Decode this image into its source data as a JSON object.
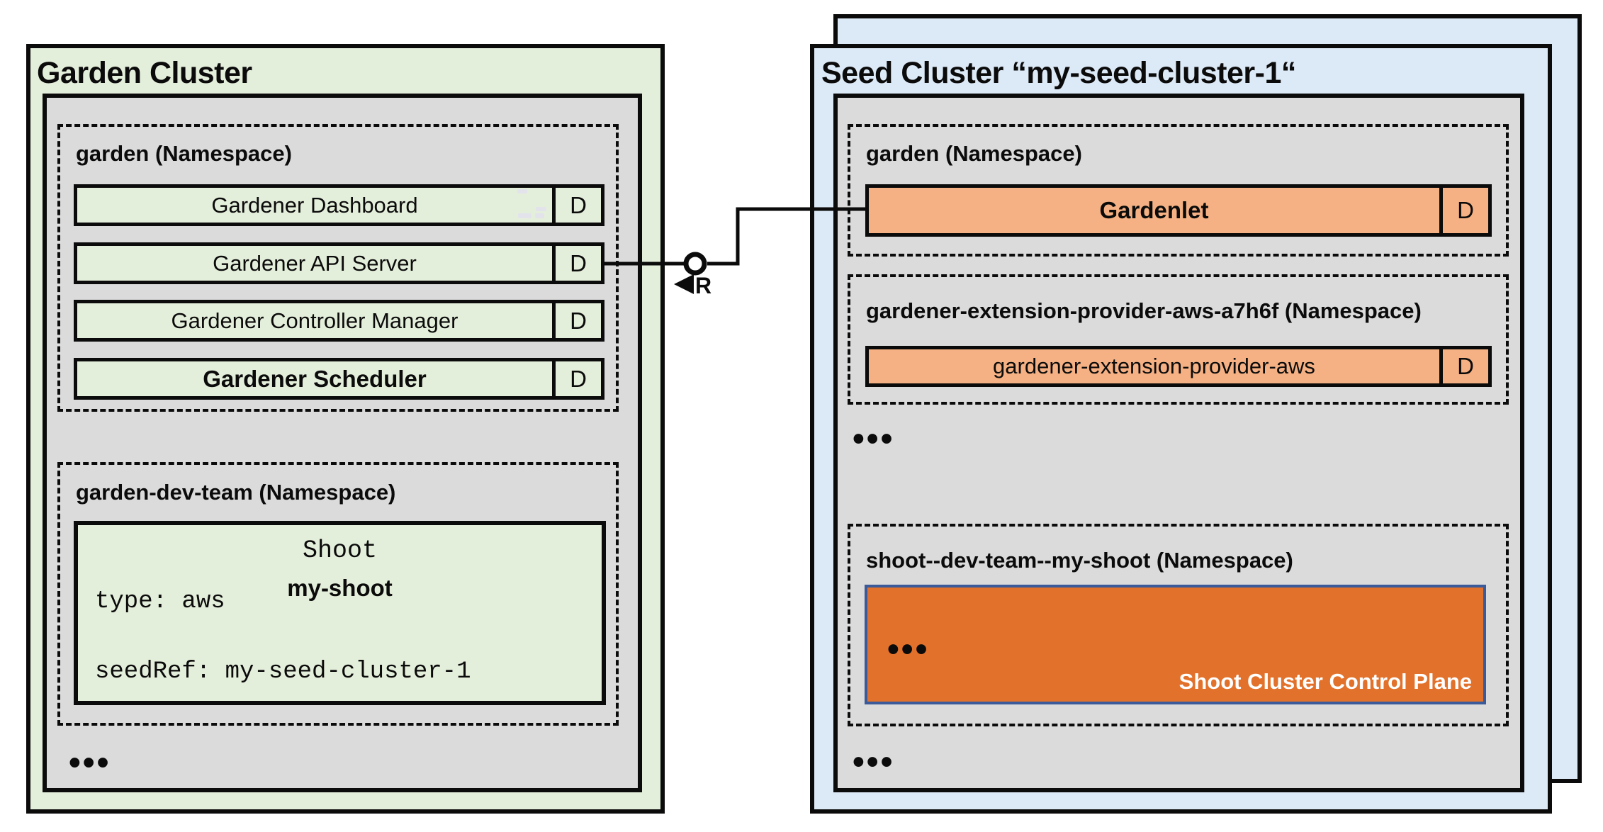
{
  "garden_cluster": {
    "title": "Garden Cluster",
    "garden_namespace": {
      "label": "garden (Namespace)",
      "components": [
        {
          "label": "Gardener Dashboard",
          "badge": "D"
        },
        {
          "label": "Gardener API Server",
          "badge": "D"
        },
        {
          "label": "Gardener Controller Manager",
          "badge": "D"
        },
        {
          "label": "Gardener Scheduler",
          "badge": "D"
        }
      ]
    },
    "dev_namespace": {
      "label": "garden-dev-team (Namespace)",
      "shoot": {
        "kind": "Shoot",
        "name": "my-shoot",
        "spec_lines": [
          "type: aws",
          "seedRef: my-seed-cluster-1"
        ]
      }
    },
    "ellipsis": "•••"
  },
  "seed_cluster": {
    "title": "Seed Cluster “my-seed-cluster-1“",
    "garden_namespace": {
      "label": "garden (Namespace)",
      "components": [
        {
          "label": "Gardenlet",
          "badge": "D"
        }
      ]
    },
    "extension_namespace": {
      "label": "gardener-extension-provider-aws-a7h6f (Namespace)",
      "components": [
        {
          "label": "gardener-extension-provider-aws",
          "badge": "D"
        }
      ]
    },
    "ellipsis_top": "•••",
    "shoot_namespace": {
      "label": "shoot--dev-team--my-shoot (Namespace)",
      "control_plane": {
        "ellipsis": "•••",
        "caption": "Shoot Cluster Control Plane"
      }
    },
    "ellipsis_bottom": "•••"
  },
  "connector": {
    "label": "R"
  },
  "colors": {
    "garden_green": "#E4EFDB",
    "namespace_gray": "#DBDBDB",
    "seed_blue": "#DCE9F6",
    "component_orange": "#F5B183",
    "control_plane_orange": "#E2712B",
    "control_plane_border_blue": "#3A5A99",
    "line_black": "#0B0B0B"
  }
}
